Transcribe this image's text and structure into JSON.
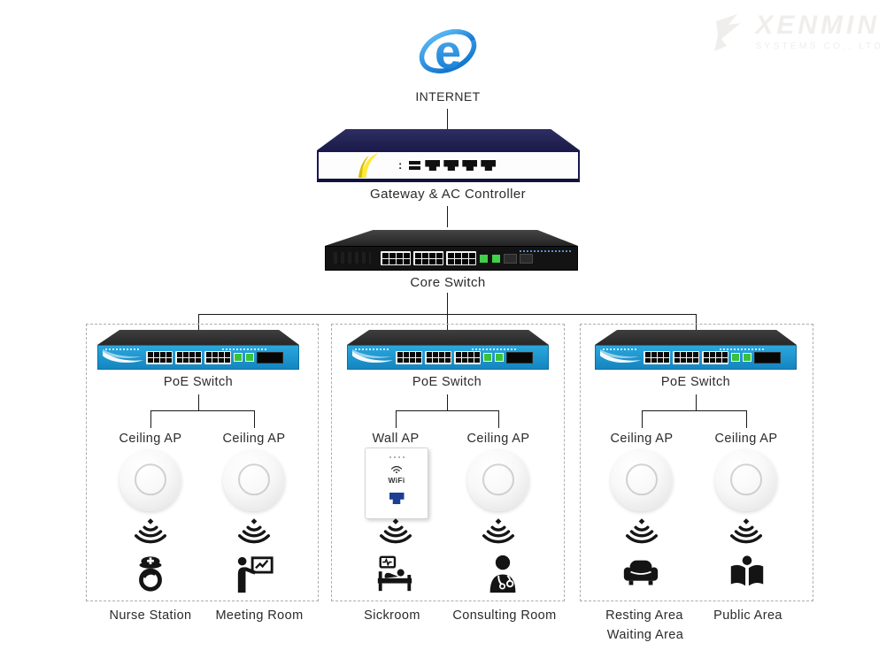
{
  "watermark": {
    "brand": "XENMIN",
    "subtitle": "SYSTEMS CO., LTD"
  },
  "internet": {
    "label": "INTERNET"
  },
  "gateway": {
    "label": "Gateway & AC Controller",
    "panel_mark": ":"
  },
  "core_switch": {
    "label": "Core Switch"
  },
  "wall_ap": {
    "text": "WiFi"
  },
  "groups": [
    {
      "switch": "PoE Switch",
      "aps": [
        {
          "type": "ceiling",
          "label": "Ceiling AP"
        },
        {
          "type": "ceiling",
          "label": "Ceiling AP"
        }
      ],
      "rooms": [
        {
          "icon": "nurse-icon",
          "label": "Nurse Station"
        },
        {
          "icon": "presentation-icon",
          "label": "Meeting Room"
        }
      ]
    },
    {
      "switch": "PoE Switch",
      "aps": [
        {
          "type": "wall",
          "label": "Wall AP"
        },
        {
          "type": "ceiling",
          "label": "Ceiling AP"
        }
      ],
      "rooms": [
        {
          "icon": "hospital-bed-icon",
          "label": "Sickroom"
        },
        {
          "icon": "doctor-icon",
          "label": "Consulting Room"
        }
      ]
    },
    {
      "switch": "PoE Switch",
      "aps": [
        {
          "type": "ceiling",
          "label": "Ceiling AP"
        },
        {
          "type": "ceiling",
          "label": "Ceiling AP"
        }
      ],
      "rooms": [
        {
          "icon": "armchair-icon",
          "label": "Resting Area",
          "label2": "Waiting Area"
        },
        {
          "icon": "reading-icon",
          "label": "Public Area"
        }
      ]
    }
  ],
  "colors": {
    "poe_panel_blue": "#1f9bd3",
    "gateway_navy": "#1b1b4a",
    "accent_yellow": "#ffe93a",
    "port_green": "#3fd14a",
    "line_black": "#1a1a1a",
    "dashed_border_gray": "#adadad",
    "ie_blue": "#1e8fe0",
    "watermark_gray": "#f0eeec"
  }
}
